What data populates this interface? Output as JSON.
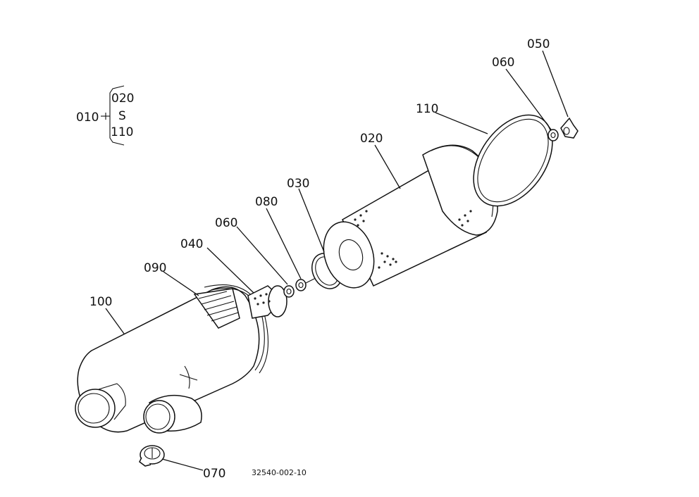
{
  "assembly": {
    "label": "010",
    "range_start": "020",
    "range_tilde": "S",
    "range_end": "110"
  },
  "callouts": {
    "p020": "020",
    "p030": "030",
    "p040": "040",
    "p050": "050",
    "p060a": "060",
    "p060b": "060",
    "p070": "070",
    "p080": "080",
    "p090": "090",
    "p100": "100",
    "p110": "110"
  },
  "drawing_number": "32540-002-10"
}
